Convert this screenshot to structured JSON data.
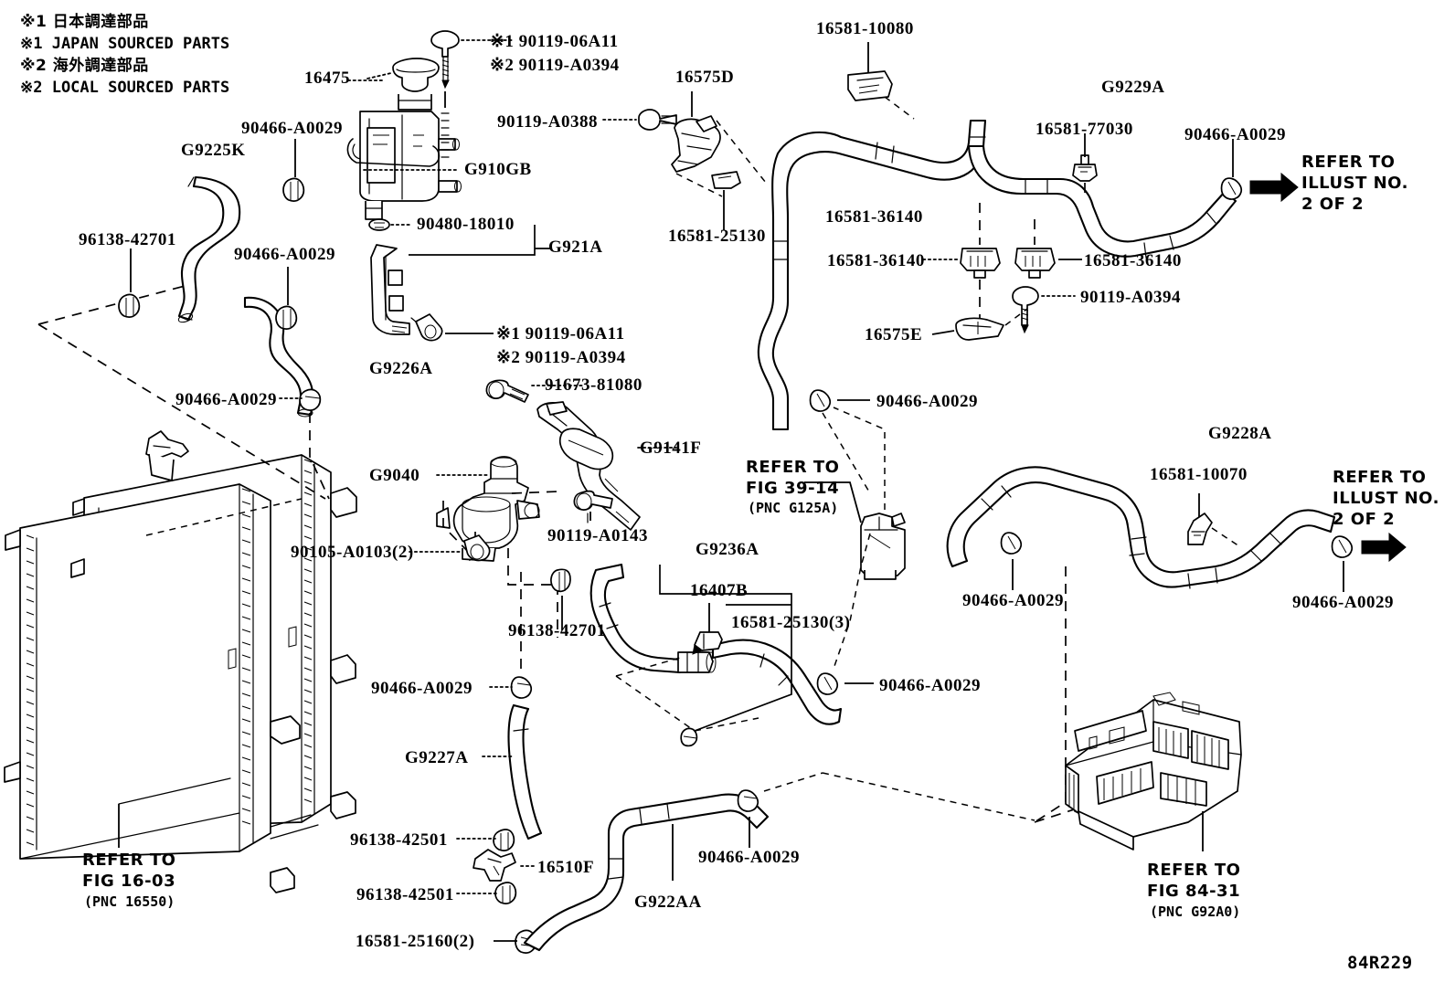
{
  "diagram": {
    "figure_code": "84R229",
    "notes": [
      "※1 日本調達部品",
      "※1 JAPAN SOURCED PARTS",
      "※2 海外調達部品",
      "※2 LOCAL SOURCED PARTS"
    ]
  },
  "labels": {
    "l_16475": "16475",
    "l_90119_06A11_a": "※1 90119-06A11",
    "l_90119_A0394_a": "※2 90119-A0394",
    "l_16581_10080": "16581-10080",
    "l_G9229A": "G9229A",
    "l_16581_77030": "16581-77030",
    "l_90466_A0029_r1": "90466-A0029",
    "l_refer_illust_1": "REFER TO\nILLUST NO.\n2 OF 2",
    "l_90466_A0029_t1": "90466-A0029",
    "l_G9225K": "G9225K",
    "l_G910GB": "G910GB",
    "l_90119_A0388": "90119-A0388",
    "l_16575D": "16575D",
    "l_96138_42701_a": "96138-42701",
    "l_90466_A0029_t2": "90466-A0029",
    "l_90480_18010": "90480-18010",
    "l_G921A": "G921A",
    "l_16581_25130": "16581-25130",
    "l_16581_36140_a": "16581-36140",
    "l_16581_36140_b": "16581-36140",
    "l_16581_36140_c": "16581-36140",
    "l_90119_A0394_b": "90119-A0394",
    "l_16575E": "16575E",
    "l_G9226A": "G9226A",
    "l_90119_06A11_b": "※1 90119-06A11",
    "l_90119_A0394_c": "※2 90119-A0394",
    "l_90466_A0029_m1": "90466-A0029",
    "l_91673_81080": "91673-81080",
    "l_G9141F": "G9141F",
    "l_G9040": "G9040",
    "l_90119_A0143": "90119-A0143",
    "l_90105_A0103": "90105-A0103(2)",
    "l_refer_fig3914": "REFER TO\nFIG 39-14",
    "l_pnc_g125a": "(PNC G125A)",
    "l_90466_A0029_c1": "90466-A0029",
    "l_G9228A": "G9228A",
    "l_16581_10070": "16581-10070",
    "l_refer_illust_2": "REFER TO\nILLUST NO.\n2 OF 2",
    "l_G9236A": "G9236A",
    "l_16407B": "16407B",
    "l_16581_25130_3": "16581-25130(3)",
    "l_96138_42701_b": "96138-42701",
    "l_90466_A0029_b1": "90466-A0029",
    "l_90466_A0029_b2": "90466-A0029",
    "l_90466_A0029_b3": "90466-A0029",
    "l_90466_A0029_b4": "90466-A0029",
    "l_G9227A": "G9227A",
    "l_96138_42501_a": "96138-42501",
    "l_96138_42501_b": "96138-42501",
    "l_16510F": "16510F",
    "l_16581_25160": "16581-25160(2)",
    "l_G922AA": "G922AA",
    "l_90466_A0029_b5": "90466-A0029",
    "l_refer_fig1603": "REFER TO\nFIG 16-03",
    "l_pnc_16550": "(PNC 16550)",
    "l_refer_fig8431": "REFER TO\nFIG 84-31",
    "l_pnc_g92a0": "(PNC G92A0)"
  },
  "colors": {
    "ink": "#000000",
    "paper": "#ffffff"
  }
}
